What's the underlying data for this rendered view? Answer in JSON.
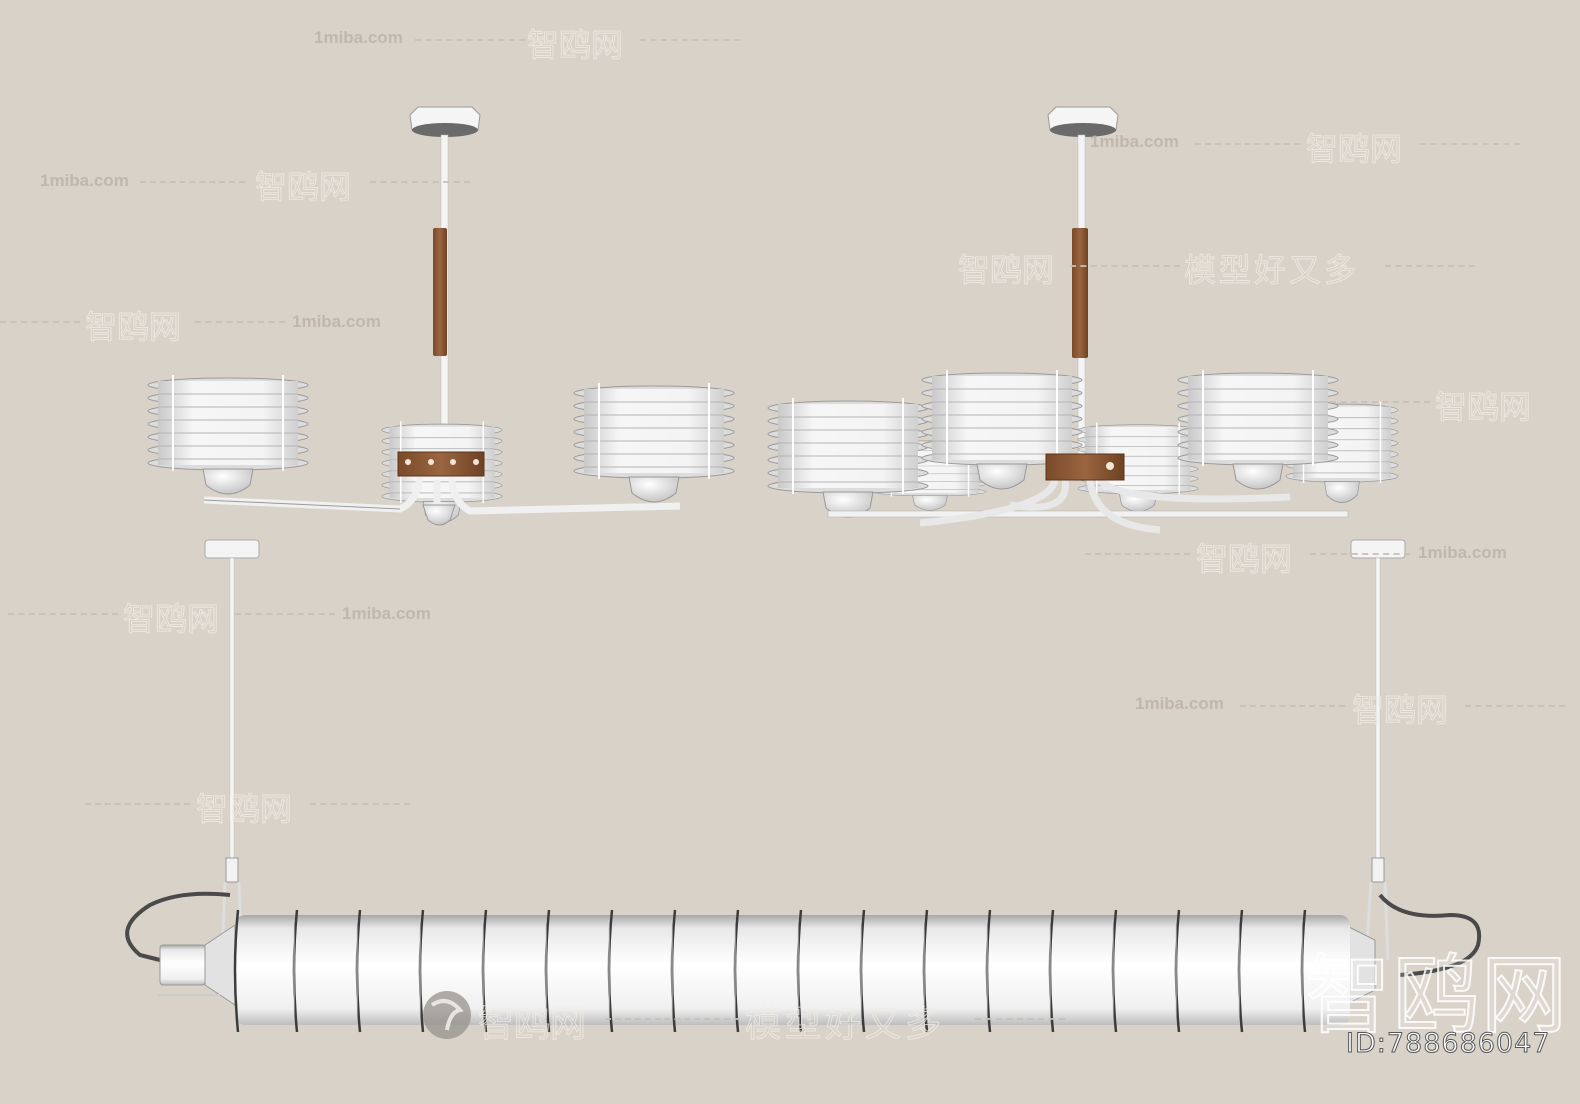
{
  "scene": {
    "background_color": "#d9d2c8",
    "subject": "3D render of three pendant light fixtures",
    "fixtures": [
      {
        "name": "three-arm-chandelier",
        "shades": 3,
        "accent_color": "#8b5a35"
      },
      {
        "name": "six-arm-chandelier",
        "shades": 6,
        "accent_color": "#8b5a35"
      },
      {
        "name": "linear-tube-pendant",
        "rings": 18,
        "cable_color": "#4a4a4a"
      }
    ],
    "shade_color": "#f2f2f2",
    "wood_color": "#8b5a35"
  },
  "watermarks": {
    "site": "1miba.com",
    "brand": "智鸥网",
    "slogan": "模型好又多",
    "id_text": "ID:788686047"
  }
}
